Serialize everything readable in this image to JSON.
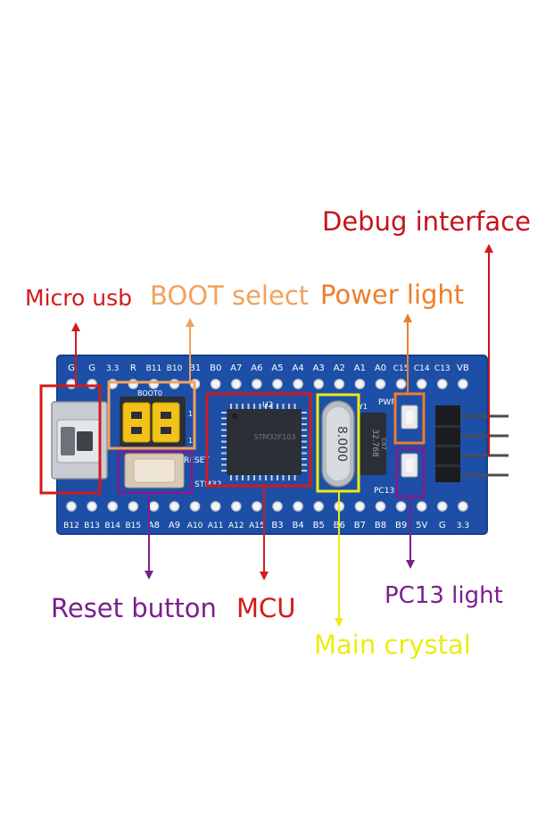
{
  "labels": {
    "micro_usb": "Micro usb",
    "boot_select": "BOOT select",
    "power_light": "Power light",
    "debug_interface": "Debug interface",
    "reset_button": "Reset button",
    "mcu": "MCU",
    "pc13_light": "PC13 light",
    "main_crystal": "Main crystal"
  },
  "board": {
    "top_pins": [
      "G",
      "G",
      "3.3",
      "R",
      "B11",
      "B10",
      "B1",
      "B0",
      "A7",
      "A6",
      "A5",
      "A4",
      "A3",
      "A2",
      "A1",
      "A0",
      "C15",
      "C14",
      "C13",
      "VB"
    ],
    "bottom_pins": [
      "B12",
      "B13",
      "B14",
      "B15",
      "A8",
      "A9",
      "A10",
      "A11",
      "A12",
      "A15",
      "B3",
      "B4",
      "B5",
      "B6",
      "B7",
      "B8",
      "B9",
      "5V",
      "G",
      "3.3"
    ],
    "boot0_label": "BOOT0",
    "reset_label": "RESET",
    "chip_ref": "U2",
    "stm_label": "STM32",
    "crystal_freq": "8.000",
    "crystal_ref": "Y1",
    "rtc_crystal_text": "32.768",
    "rtc_crystal_code": "C67",
    "pwr_label": "PWR",
    "pc13_label": "PC13"
  },
  "colors": {
    "board_blue": "#1d4fa6",
    "red": "#d21a1a",
    "orange": "#ee7d2a",
    "light_orange": "#f2a25c",
    "purple": "#7a1f8c",
    "yellow": "#ecec10"
  }
}
